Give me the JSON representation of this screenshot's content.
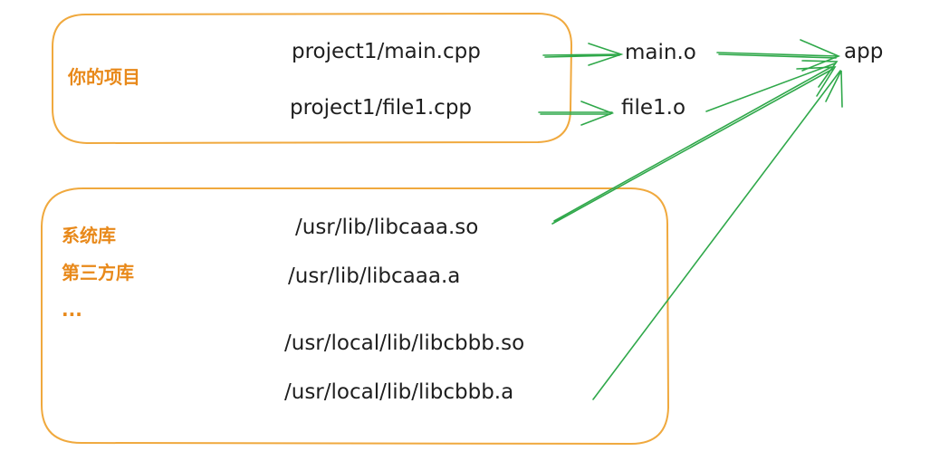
{
  "colors": {
    "box": "#f0a93e",
    "box_label": "#e8891a",
    "arrow": "#2fa84a",
    "text": "#1e1e1e"
  },
  "project_box": {
    "label": "你的项目",
    "files": [
      "project1/main.cpp",
      "project1/file1.cpp"
    ]
  },
  "system_box": {
    "labels": [
      "系统库",
      "第三方库",
      "..."
    ],
    "files": [
      "/usr/lib/libcaaa.so",
      "/usr/lib/libcaaa.a",
      "/usr/local/lib/libcbbb.so",
      "/usr/local/lib/libcbbb.a"
    ]
  },
  "objects": [
    "main.o",
    "file1.o"
  ],
  "output": "app"
}
